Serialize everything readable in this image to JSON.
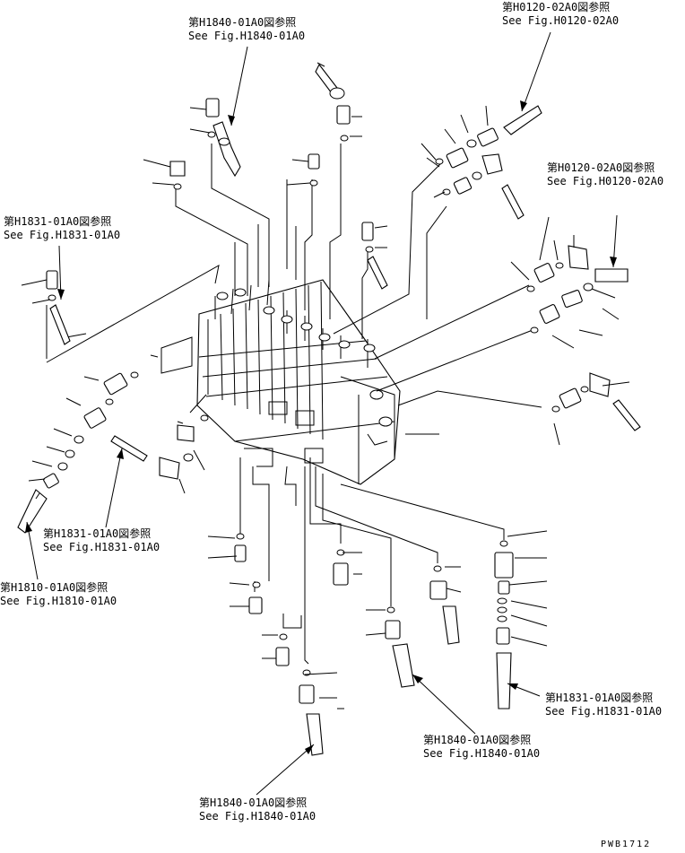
{
  "references": [
    {
      "id": "ref-h1840-top",
      "jp": "第H1840-01A0図参照",
      "en": "See Fig.H1840-01A0"
    },
    {
      "id": "ref-h0120-top",
      "jp": "第H0120-02A0図参照",
      "en": "See Fig.H0120-02A0"
    },
    {
      "id": "ref-h0120-right",
      "jp": "第H0120-02A0図参照",
      "en": "See Fig.H0120-02A0"
    },
    {
      "id": "ref-h1831-left",
      "jp": "第H1831-01A0図参照",
      "en": "See Fig.H1831-01A0"
    },
    {
      "id": "ref-h1831-mid",
      "jp": "第H1831-01A0図参照",
      "en": "See Fig.H1831-01A0"
    },
    {
      "id": "ref-h1810",
      "jp": "第H1810-01A0図参照",
      "en": "See Fig.H1810-01A0"
    },
    {
      "id": "ref-h1840-mid",
      "jp": "第H1840-01A0図参照",
      "en": "See Fig.H1840-01A0"
    },
    {
      "id": "ref-h1831-right",
      "jp": "第H1831-01A0図参照",
      "en": "See Fig.H1831-01A0"
    },
    {
      "id": "ref-h1840-bottom",
      "jp": "第H1840-01A0図参照",
      "en": "See Fig.H1840-01A0"
    }
  ],
  "drawing_code": "PWB1712"
}
